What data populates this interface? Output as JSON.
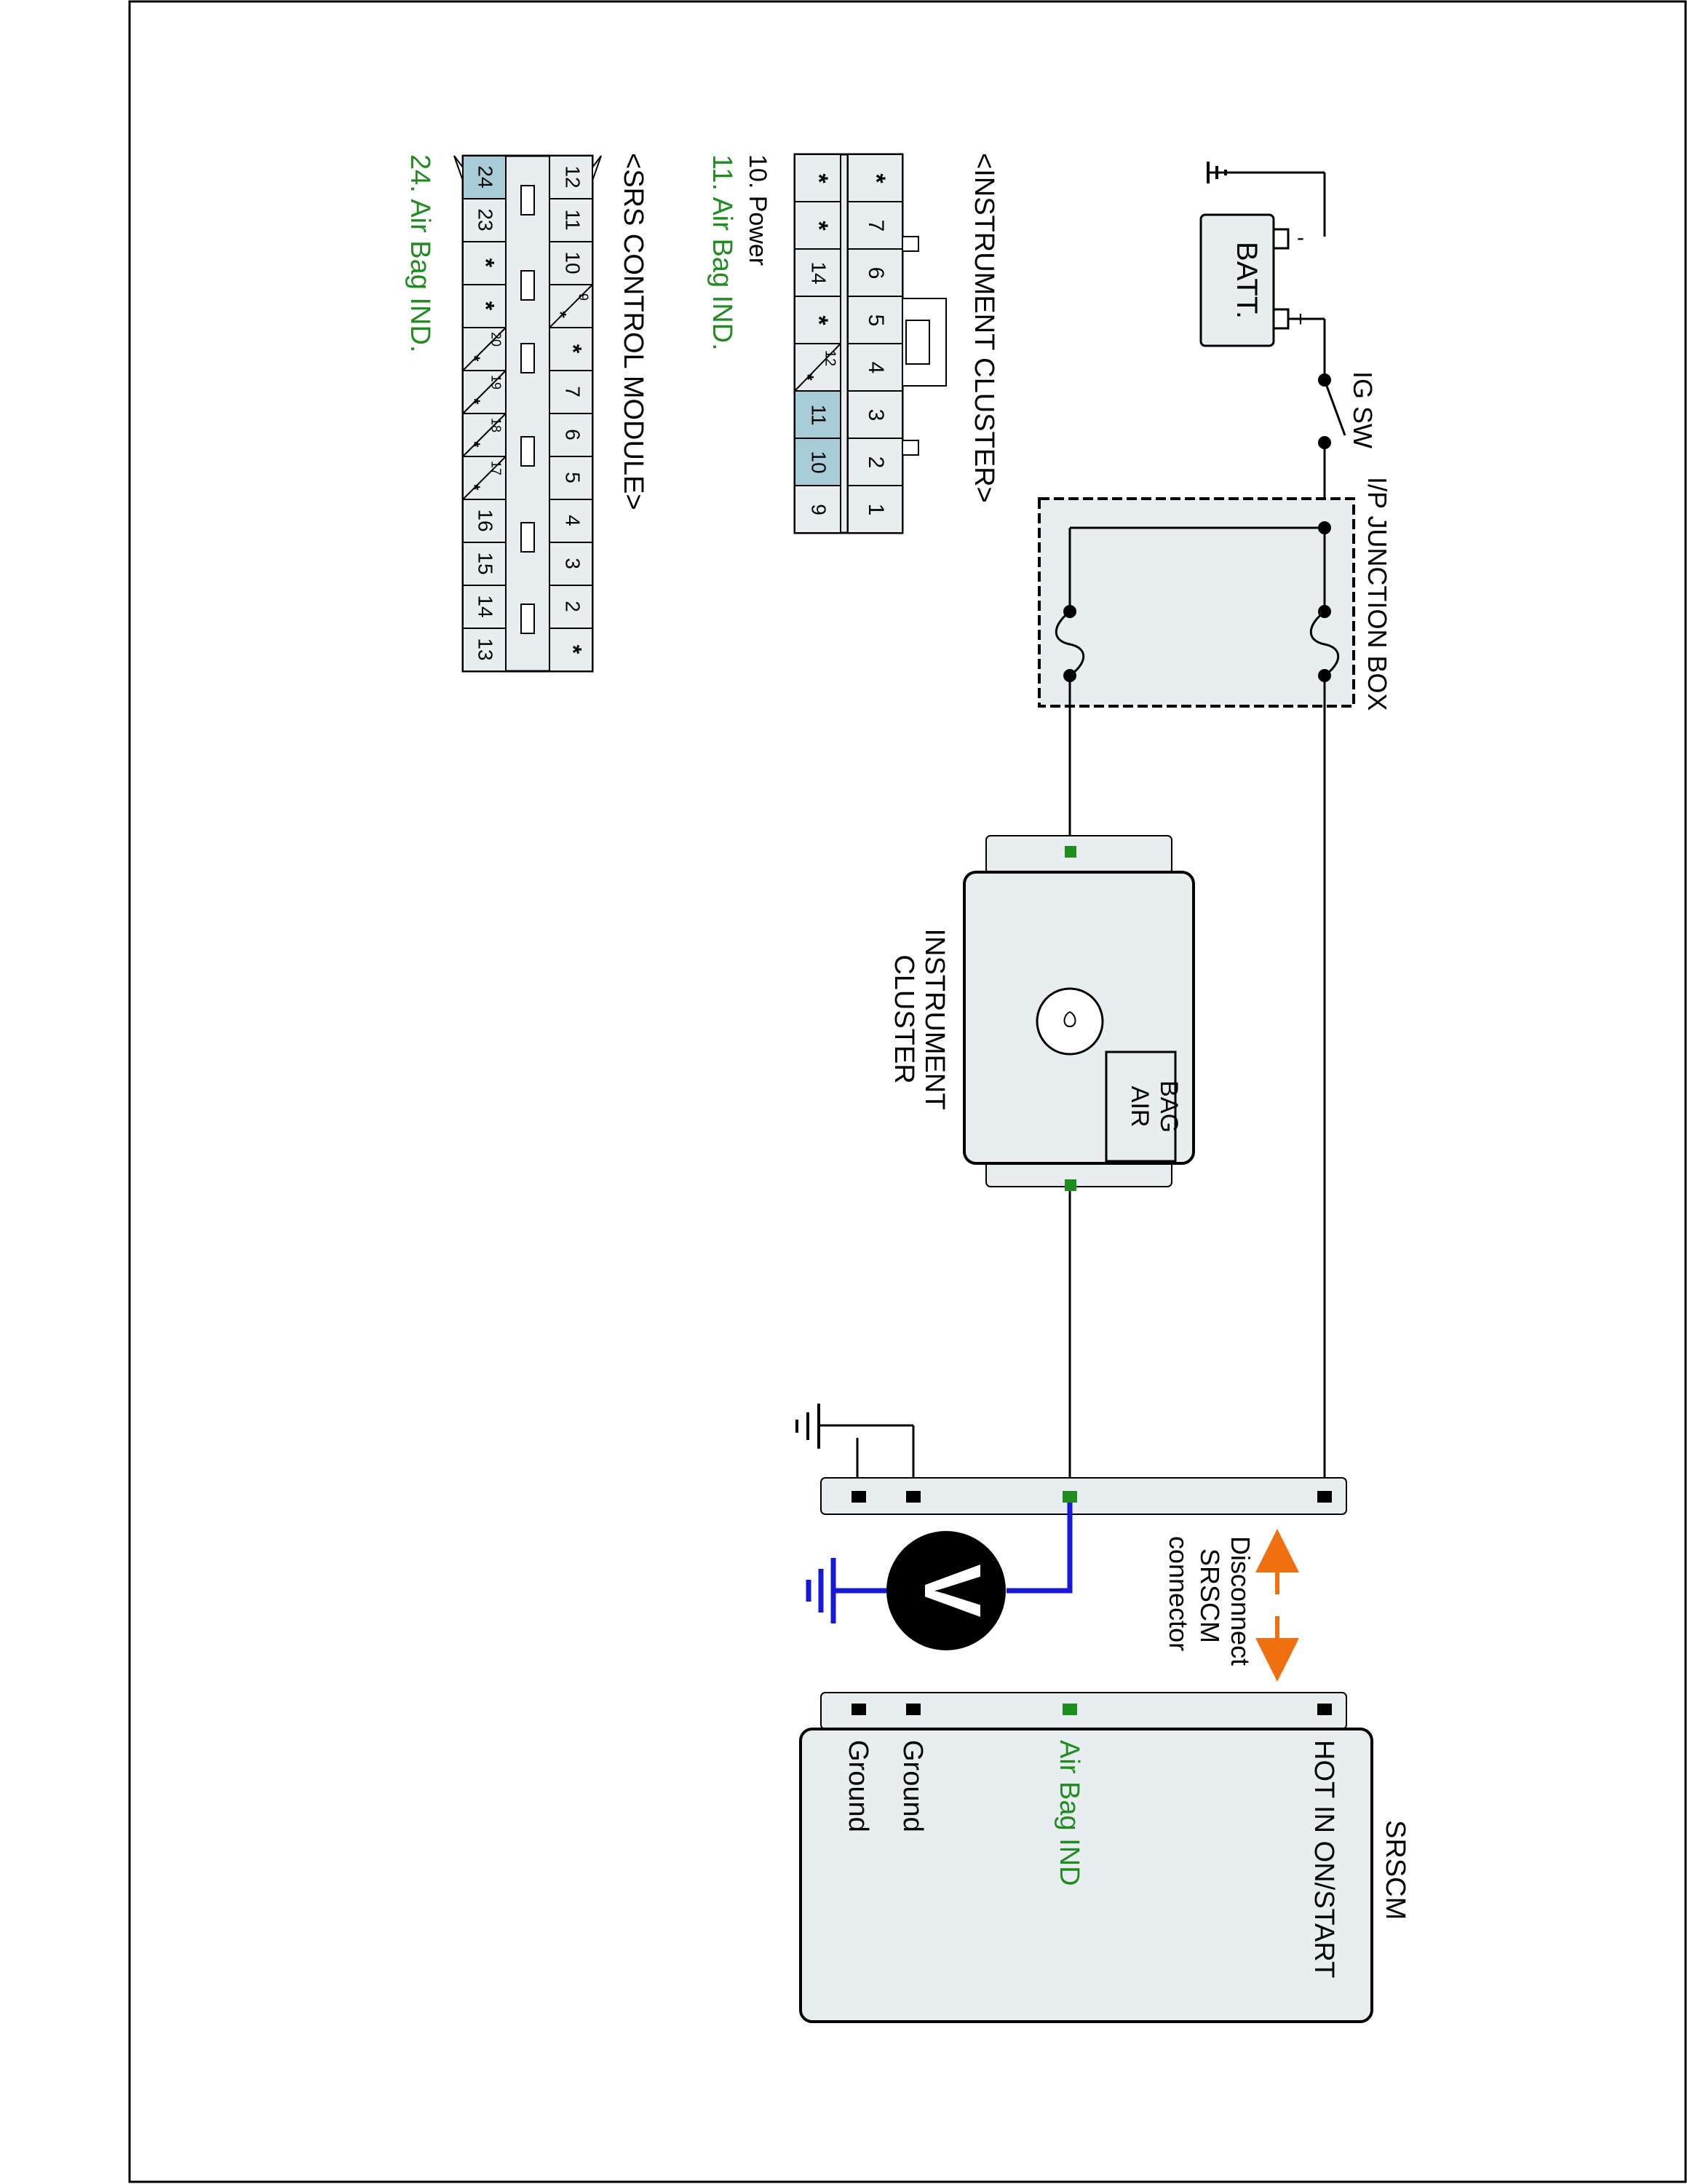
{
  "labels": {
    "batt": "BATT.",
    "batt_minus": "-",
    "batt_plus": "+",
    "ig_sw": "IG SW",
    "junction_box": "I/P JUNCTION BOX",
    "instrument_cluster_line1": "INSTRUMENT",
    "instrument_cluster_line2": "CLUSTER",
    "air_bag_line1": "AIR",
    "air_bag_line2": "BAG",
    "disconnect_line1": "Disconnect",
    "disconnect_line2": "SRSCM",
    "disconnect_line3": "connector",
    "srscm": "SRSCM",
    "voltmeter": "V"
  },
  "srscm_pins": {
    "hot": "HOT IN ON/START",
    "air_bag_ind": "Air Bag IND",
    "ground1": "Ground",
    "ground2": "Ground"
  },
  "instrument_cluster_connector": {
    "title": "<INSTRUMENT CLUSTER>",
    "row_top": [
      "*",
      "7",
      "6",
      "5",
      "4",
      "3",
      "2",
      "1"
    ],
    "row_bottom": [
      "*",
      "14",
      "*",
      "12",
      "*",
      "11",
      "10",
      "9"
    ],
    "highlighted_pins": [
      "11",
      "10"
    ],
    "legend": [
      "10. Power",
      "11. Air Bag IND."
    ]
  },
  "srs_control_module_connector": {
    "title": "<SRS CONTROL MODULE>",
    "row_top": [
      "12",
      "11",
      "10",
      "9",
      "*",
      "*",
      "7",
      "6",
      "5",
      "4",
      "3",
      "2",
      "*"
    ],
    "row_bottom": [
      "24",
      "23",
      "*",
      "*",
      "20",
      "*",
      "19",
      "*",
      "18",
      "*",
      "17",
      "*",
      "16",
      "15",
      "14",
      "13"
    ],
    "highlighted_pins": [
      "24"
    ],
    "legend": [
      "24. Air Bag IND."
    ]
  },
  "colors": {
    "signal_green": "#1e8c1e",
    "meter_blue": "#1818d8",
    "arrow_orange": "#f07010",
    "pin_highlight": "#a8cdd8",
    "box_fill": "#e8eef0"
  }
}
